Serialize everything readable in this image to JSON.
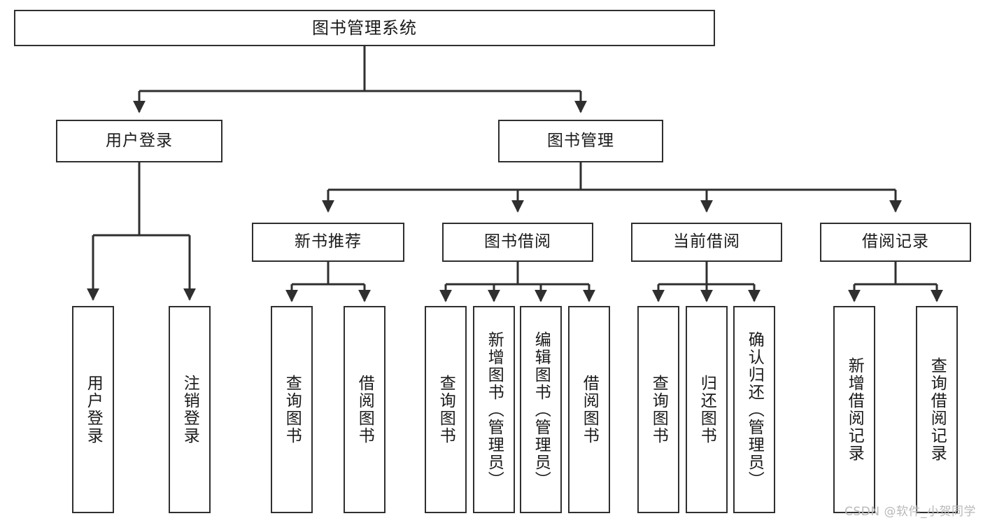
{
  "diagram": {
    "title": "图书管理系统",
    "type": "tree",
    "watermark": "CSDN @软件_小贺同学",
    "colors": {
      "stroke": "#2f2f2f",
      "fill": "#ffffff",
      "text": "#1a1a1a",
      "watermark": "#b9b9b9"
    },
    "root": {
      "label": "图书管理系统"
    },
    "level2": [
      {
        "label": "用户登录"
      },
      {
        "label": "图书管理"
      }
    ],
    "level3": [
      {
        "label": "新书推荐"
      },
      {
        "label": "图书借阅"
      },
      {
        "label": "当前借阅"
      },
      {
        "label": "借阅记录"
      }
    ],
    "leaves_user_login": [
      {
        "label": "用户登录"
      },
      {
        "label": "注销登录"
      }
    ],
    "leaves_new_book": [
      {
        "label": "查询图书"
      },
      {
        "label": "借阅图书"
      }
    ],
    "leaves_borrow": [
      {
        "label": "查询图书"
      },
      {
        "label": "新增图书（管理员）"
      },
      {
        "label": "编辑图书（管理员）"
      },
      {
        "label": "借阅图书"
      }
    ],
    "leaves_current": [
      {
        "label": "查询图书"
      },
      {
        "label": "归还图书"
      },
      {
        "label": "确认归还（管理员）"
      }
    ],
    "leaves_record": [
      {
        "label": "新增借阅记录"
      },
      {
        "label": "查询借阅记录"
      }
    ]
  }
}
